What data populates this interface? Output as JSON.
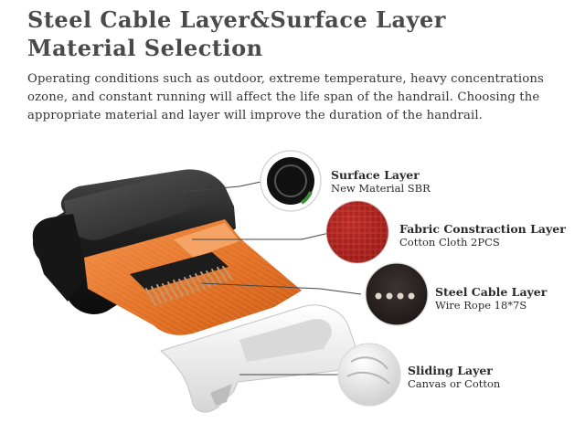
{
  "title_lines": [
    "Steel Cable Layer&Surface Layer",
    "Material Selection"
  ],
  "intro": "Operating conditions such as outdoor, extreme temperature, heavy concentrations ozone, and constant running will affect the life span of the handrail. Choosing the appropriate material and layer will improve the duration of the handrail.",
  "layers": [
    {
      "name": "Surface  Layer",
      "desc": "New Material SBR",
      "icon": "rubber-cross-section-icon"
    },
    {
      "name": "Fabric Constraction  Layer",
      "desc": "Cotton Cloth 2PCS",
      "icon": "red-fabric-icon"
    },
    {
      "name": "Steel  Cable Layer",
      "desc": "Wire Rope 18*7S",
      "icon": "wire-rope-icon"
    },
    {
      "name": "Sliding  Layer",
      "desc": "Canvas or Cotton",
      "icon": "canvas-icon"
    }
  ],
  "colors": {
    "surface": "#1c1c1c",
    "fabric": "#e8772e",
    "steel": "#b08b66",
    "sliding": "#f2f2f2",
    "fabric_swatch": "#b3221f",
    "title": "#4a4a4a"
  }
}
